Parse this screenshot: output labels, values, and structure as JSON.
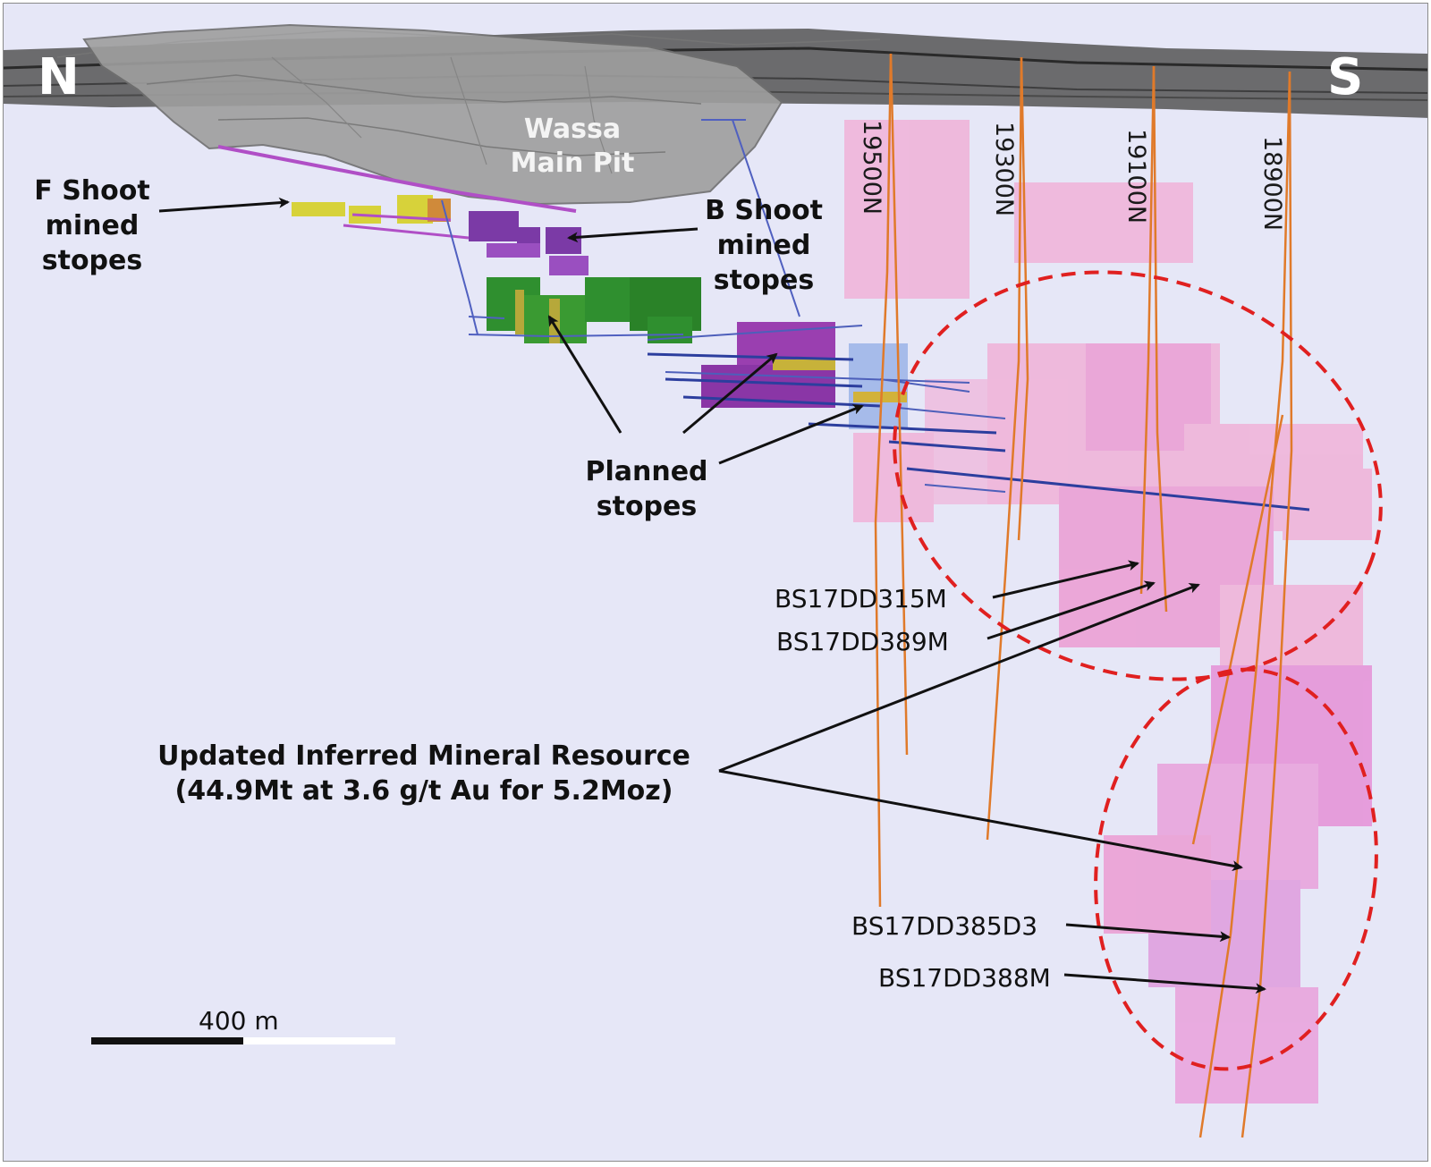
{
  "compass": {
    "north": "N",
    "south": "S"
  },
  "pit": {
    "name_line1": "Wassa",
    "name_line2": "Main Pit"
  },
  "section_lines": [
    {
      "id": "s19500",
      "label": "19500N"
    },
    {
      "id": "s19300",
      "label": "19300N"
    },
    {
      "id": "s19100",
      "label": "19100N"
    },
    {
      "id": "s18900",
      "label": "18900N"
    }
  ],
  "callouts": {
    "f_shoot": {
      "line1": "F Shoot",
      "line2": "mined",
      "line3": "stopes"
    },
    "b_shoot": {
      "line1": "B Shoot",
      "line2": "mined",
      "line3": "stopes"
    },
    "planned": {
      "line1": "Planned",
      "line2": "stopes"
    },
    "resource": {
      "line1": "Updated Inferred Mineral Resource",
      "line2": "(44.9Mt at 3.6 g/t Au for 5.2Moz)"
    }
  },
  "drillholes": [
    {
      "id": "h1",
      "label": "BS17DD315M"
    },
    {
      "id": "h2",
      "label": "BS17DD389M"
    },
    {
      "id": "h3",
      "label": "BS17DD385D3"
    },
    {
      "id": "h4",
      "label": "BS17DD388M"
    }
  ],
  "scale_bar": {
    "label": "400 m"
  },
  "colors": {
    "background": "#e6e7f7",
    "surface": "#4a4a4a",
    "pit": "#9a9a9a",
    "mined_f": "#d7d23a",
    "mined_b": "#7b3aa6",
    "green_stopes": "#2f8f2f",
    "planned": "#9a3fb0",
    "resource": "#f2a6d2",
    "drillhole": "#e07a2a",
    "resource_ellipse": "#e02020"
  }
}
